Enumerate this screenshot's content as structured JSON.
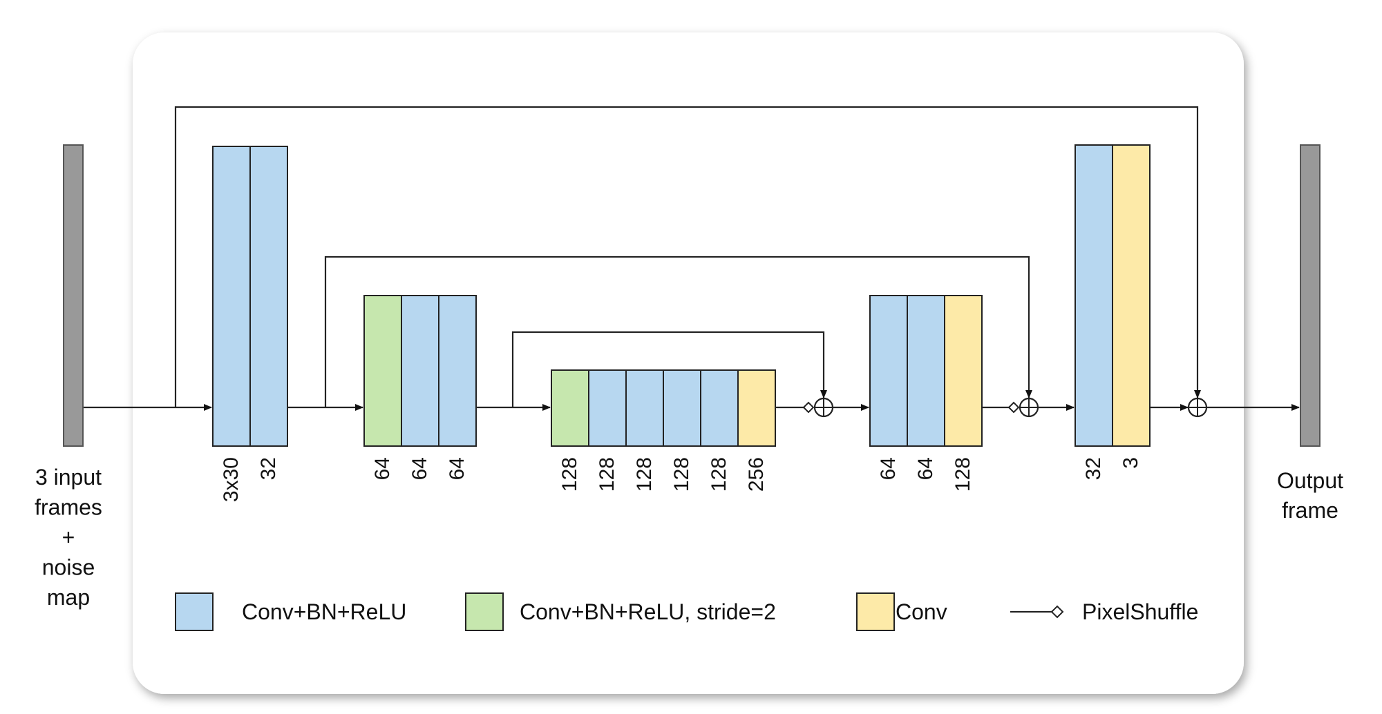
{
  "diagram": {
    "colors": {
      "conv_bn_relu": "#b7d7f0",
      "conv_bn_relu_stride2": "#c6e7ae",
      "conv": "#fdeaa8",
      "io": "#999999",
      "stroke": "#222222",
      "panel": "#ffffff"
    },
    "input_label": [
      "3 input",
      "frames",
      "+",
      "noise",
      "map"
    ],
    "output_label": [
      "Output",
      "frame"
    ],
    "stages": [
      {
        "id": "enc1",
        "blocks": [
          {
            "type": "conv_bn_relu",
            "label": "3x30"
          },
          {
            "type": "conv_bn_relu",
            "label": "32"
          }
        ]
      },
      {
        "id": "enc2",
        "blocks": [
          {
            "type": "conv_bn_relu_stride2",
            "label": "64"
          },
          {
            "type": "conv_bn_relu",
            "label": "64"
          },
          {
            "type": "conv_bn_relu",
            "label": "64"
          }
        ]
      },
      {
        "id": "mid",
        "blocks": [
          {
            "type": "conv_bn_relu_stride2",
            "label": "128"
          },
          {
            "type": "conv_bn_relu",
            "label": "128"
          },
          {
            "type": "conv_bn_relu",
            "label": "128"
          },
          {
            "type": "conv_bn_relu",
            "label": "128"
          },
          {
            "type": "conv_bn_relu",
            "label": "128"
          },
          {
            "type": "conv",
            "label": "256"
          }
        ]
      },
      {
        "id": "dec2",
        "blocks": [
          {
            "type": "conv_bn_relu",
            "label": "64"
          },
          {
            "type": "conv_bn_relu",
            "label": "64"
          },
          {
            "type": "conv",
            "label": "128"
          }
        ]
      },
      {
        "id": "dec1",
        "blocks": [
          {
            "type": "conv_bn_relu",
            "label": "32"
          },
          {
            "type": "conv",
            "label": "3"
          }
        ]
      }
    ],
    "legend": [
      {
        "type": "conv_bn_relu",
        "label": "Conv+BN+ReLU"
      },
      {
        "type": "conv_bn_relu_stride2",
        "label": "Conv+BN+ReLU, stride=2"
      },
      {
        "type": "conv",
        "label": "Conv"
      },
      {
        "type": "pixelshuffle",
        "label": "PixelShuffle"
      }
    ]
  }
}
